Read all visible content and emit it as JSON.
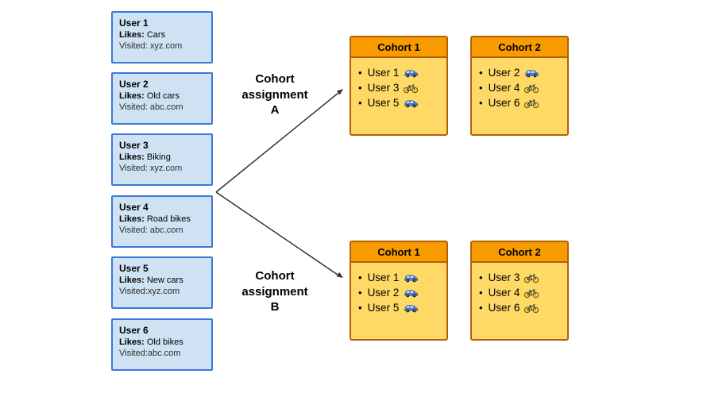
{
  "bullet": "•",
  "users": [
    {
      "name": "User 1",
      "likes_label": "Likes:",
      "likes": "Cars",
      "visited": "Visited: xyz.com"
    },
    {
      "name": "User 2",
      "likes_label": "Likes:",
      "likes": "Old cars",
      "visited": "Visited: abc.com"
    },
    {
      "name": "User 3",
      "likes_label": "Likes:",
      "likes": "Biking",
      "visited": "Visited: xyz.com"
    },
    {
      "name": "User 4",
      "likes_label": "Likes:",
      "likes": "Road bikes",
      "visited": "Visited: abc.com"
    },
    {
      "name": "User 5",
      "likes_label": "Likes:",
      "likes": "New cars",
      "visited": "Visited:xyz.com"
    },
    {
      "name": "User 6",
      "likes_label": "Likes:",
      "likes": "Old bikes",
      "visited": "Visited:abc.com"
    }
  ],
  "assignments": [
    {
      "label_line1": "Cohort",
      "label_line2": "assignment",
      "label_line3": "A",
      "cohorts": [
        {
          "title": "Cohort 1",
          "members": [
            {
              "user": "User 1",
              "icon": "car"
            },
            {
              "user": "User 3",
              "icon": "bike"
            },
            {
              "user": "User 5",
              "icon": "car"
            }
          ]
        },
        {
          "title": "Cohort 2",
          "members": [
            {
              "user": "User 2",
              "icon": "car"
            },
            {
              "user": "User 4",
              "icon": "bike"
            },
            {
              "user": "User 6",
              "icon": "bike"
            }
          ]
        }
      ]
    },
    {
      "label_line1": "Cohort",
      "label_line2": "assignment",
      "label_line3": "B",
      "cohorts": [
        {
          "title": "Cohort 1",
          "members": [
            {
              "user": "User 1",
              "icon": "car"
            },
            {
              "user": "User 2",
              "icon": "car"
            },
            {
              "user": "User 5",
              "icon": "car"
            }
          ]
        },
        {
          "title": "Cohort 2",
          "members": [
            {
              "user": "User 3",
              "icon": "bike"
            },
            {
              "user": "User 4",
              "icon": "bike"
            },
            {
              "user": "User 6",
              "icon": "bike"
            }
          ]
        }
      ]
    }
  ],
  "colors": {
    "user_box_fill": "#cfe2f3",
    "user_box_border": "#3c78d8",
    "cohort_header": "#f89b00",
    "cohort_body": "#ffd966",
    "cohort_border": "#b45f06",
    "arrow": "#333333"
  }
}
